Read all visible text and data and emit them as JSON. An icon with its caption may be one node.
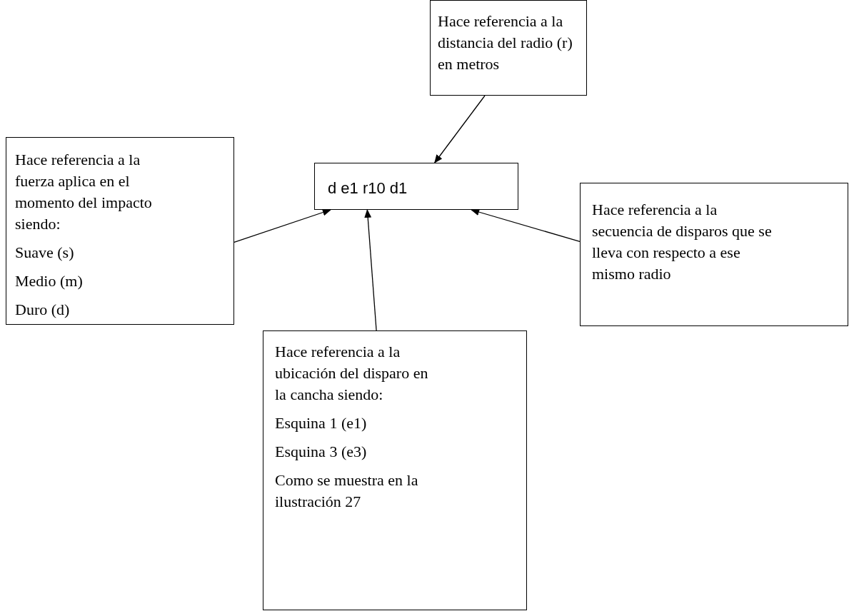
{
  "diagram": {
    "nodes": [
      {
        "text": [
          "d e1 r10 d1"
        ]
      },
      {
        "text": [
          "Hace referencia a la distancia del radio (r) en metros"
        ]
      },
      {
        "text": [
          "Hace referencia a la fuerza aplica en el momento del impacto siendo:",
          "Suave (s)",
          "Medio (m)",
          "Duro (d)"
        ]
      },
      {
        "text": [
          "Hace referencia a la secuencia de disparos que se lleva con respecto a ese mismo radio"
        ]
      },
      {
        "text": [
          "Hace referencia a la ubicación del disparo en la cancha siendo:",
          "Esquina 1 (e1)",
          "Esquina 3 (e3)",
          "Como se muestra en la ilustración 27"
        ]
      }
    ],
    "edges": [
      {
        "from": 1,
        "to": 0,
        "arrow": "to"
      },
      {
        "from": 2,
        "to": 0,
        "arrow": "to"
      },
      {
        "from": 4,
        "to": 0,
        "arrow": "to"
      },
      {
        "from": 3,
        "to": 0,
        "arrow": "to"
      }
    ]
  }
}
